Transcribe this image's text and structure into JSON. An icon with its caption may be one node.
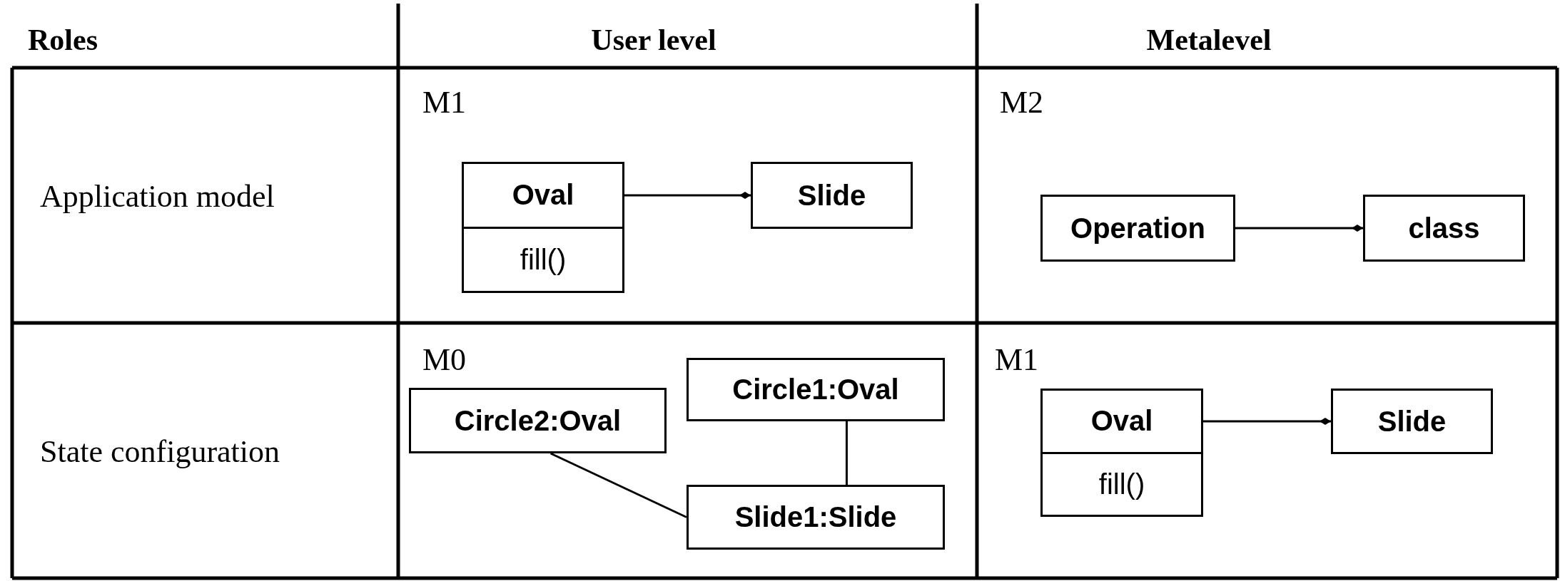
{
  "diagram": {
    "nodes": [
      {
        "text": [
          "Oval",
          "fill()"
        ]
      },
      {
        "text": [
          "Slide"
        ]
      },
      {
        "text": [
          "Operation"
        ]
      },
      {
        "text": [
          "class"
        ]
      },
      {
        "text": [
          "Circle2:Oval"
        ]
      },
      {
        "text": [
          "Circle1:Oval"
        ]
      },
      {
        "text": [
          "Slide1:Slide"
        ]
      },
      {
        "text": [
          "Oval",
          "fill()"
        ]
      },
      {
        "text": [
          "Slide"
        ]
      }
    ],
    "edges": [
      {
        "from": 0,
        "to": 1,
        "arrow": "other"
      },
      {
        "from": 2,
        "to": 3,
        "arrow": "other"
      },
      {
        "from": 4,
        "to": 6,
        "arrow": "none"
      },
      {
        "from": 5,
        "to": 6,
        "arrow": "none"
      },
      {
        "from": 7,
        "to": 8,
        "arrow": "other"
      }
    ],
    "labels": [
      "Roles",
      "User level",
      "Metalevel",
      "Application model",
      "M1",
      "M2",
      "State configuration",
      "M0",
      "M1"
    ]
  }
}
